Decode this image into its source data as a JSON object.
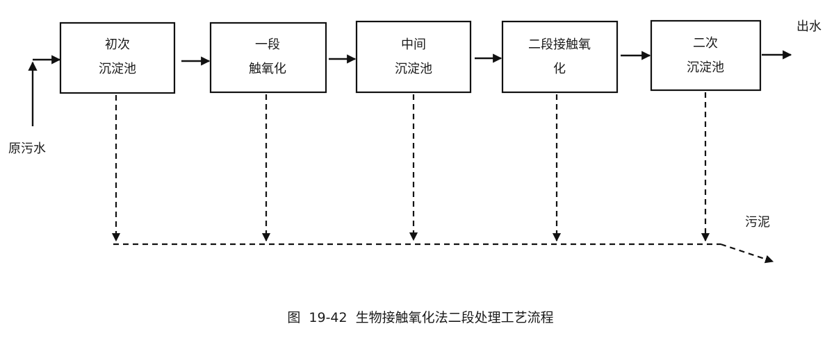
{
  "units": [
    {
      "line1": "初次",
      "line2": "沉淀池"
    },
    {
      "line1": "一段",
      "line2": "触氧化"
    },
    {
      "line1": "中间",
      "line2": "沉淀池"
    },
    {
      "line1": "二段接触氧",
      "line2": "化"
    },
    {
      "line1": "二次",
      "line2": "沉淀池"
    }
  ],
  "labels": {
    "influent": "原污水",
    "effluent": "出水",
    "sludge": "污泥"
  },
  "caption": "图  19-42  生物接触氧化法二段处理工艺流程"
}
